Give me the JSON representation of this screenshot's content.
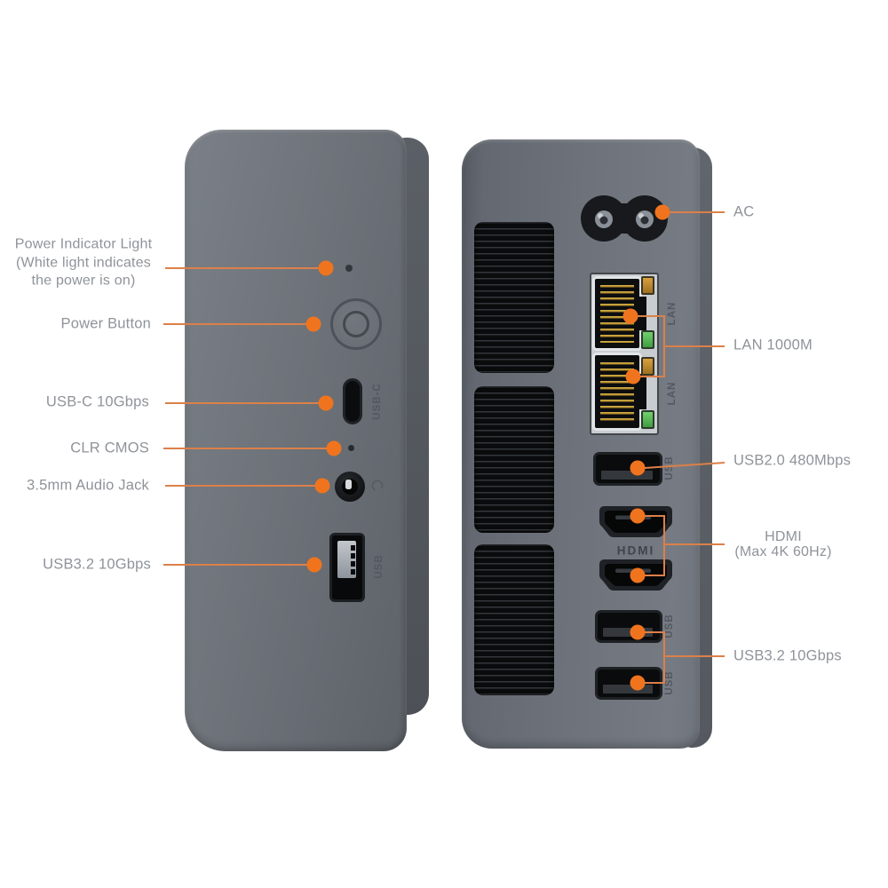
{
  "page": {
    "background": "#ffffff",
    "subject": "mini-pc front and back port diagram"
  },
  "colors": {
    "accent_orange": "#f0741e",
    "leader_line": "#dc8049",
    "label_text": "#8f9399",
    "device_body": "#6e737a",
    "engraving": "#535860",
    "led_amber": "#c08a2e",
    "led_green": "#4ca84e",
    "rj45_gold": "#c29a3a",
    "bezel_silver": "#c9cdd1"
  },
  "front_view": {
    "callouts": {
      "power_indicator": {
        "lines": [
          "Power Indicator Light",
          "(White light indicates",
          "the power is on)"
        ]
      },
      "power_button": {
        "label": "Power Button"
      },
      "usb_c": {
        "label": "USB-C 10Gbps"
      },
      "clr_cmos": {
        "label": "CLR CMOS"
      },
      "audio_jack": {
        "label": "3.5mm Audio Jack"
      },
      "usb_32": {
        "label": "USB3.2 10Gbps"
      }
    },
    "engravings": {
      "usb_c": "USB-C",
      "usb_a": "USB"
    }
  },
  "back_view": {
    "callouts": {
      "ac": {
        "label": "AC"
      },
      "lan": {
        "label": "LAN 1000M"
      },
      "usb_20": {
        "label": "USB2.0 480Mbps"
      },
      "hdmi": {
        "lines": [
          "HDMI",
          "(Max 4K 60Hz)"
        ]
      },
      "usb_32": {
        "label": "USB3.2 10Gbps"
      }
    },
    "engravings": {
      "lan_1": "LAN",
      "lan_2": "LAN",
      "usb_20": "USB",
      "hdmi": "HDMI",
      "usb_32_a": "USB",
      "usb_32_b": "USB"
    }
  }
}
